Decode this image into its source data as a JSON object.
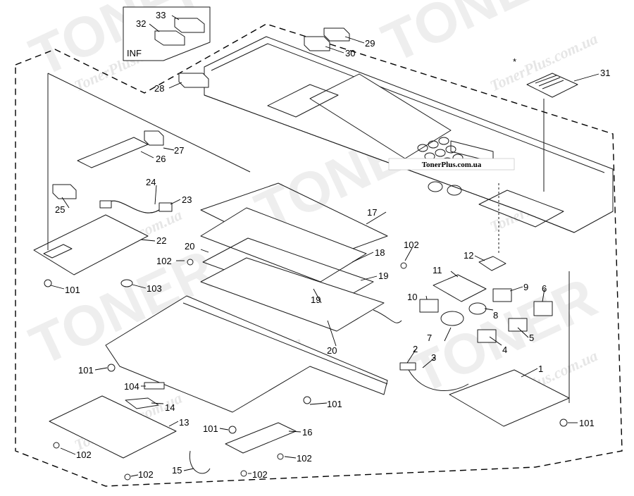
{
  "watermark": {
    "brand_text": "TONER",
    "site_text": "TonerPlus.com.ua"
  },
  "banner": {
    "text": "TonerPlus.com.ua"
  },
  "inset": {
    "label": "INF"
  },
  "asterisk_mark": "*",
  "callouts": [
    "1",
    "2",
    "3",
    "4",
    "5",
    "6",
    "7",
    "8",
    "9",
    "10",
    "11",
    "12",
    "13",
    "14",
    "15",
    "16",
    "17",
    "18",
    "19",
    "19",
    "20",
    "20",
    "22",
    "23",
    "24",
    "25",
    "26",
    "27",
    "28",
    "29",
    "30",
    "31",
    "32",
    "33",
    "101",
    "101",
    "101",
    "101",
    "101",
    "101",
    "102",
    "102",
    "102",
    "102",
    "102",
    "102",
    "103",
    "104"
  ]
}
